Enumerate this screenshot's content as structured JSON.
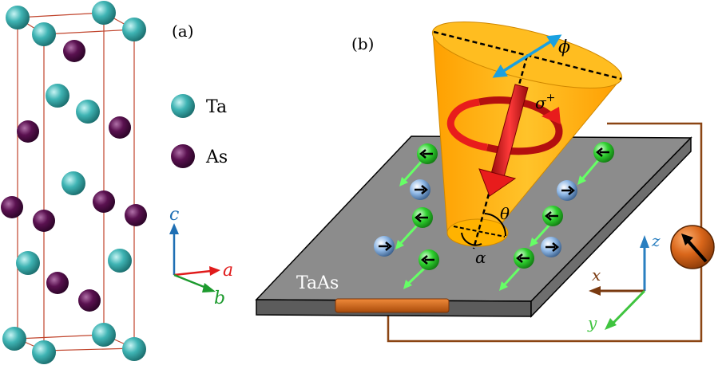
{
  "panel_a": {
    "label": "(a)",
    "legend": [
      {
        "symbol": "Ta",
        "color": "#3fb4b4"
      },
      {
        "symbol": "As",
        "color": "#5a1150"
      }
    ],
    "axes": {
      "c": "c",
      "a": "a",
      "b": "b"
    },
    "axis_colors": {
      "c": "#1f6fb4",
      "a": "#e01b1b",
      "b": "#1d9a2e"
    },
    "cell_line_color": "#c0442c"
  },
  "panel_b": {
    "label": "(b)",
    "material": "TaAs",
    "light": {
      "polarization": "σ",
      "polarization_sup": "+"
    },
    "angles": {
      "phi": "ϕ",
      "theta": "θ",
      "alpha": "α"
    },
    "axes": {
      "x": "x",
      "y": "y",
      "z": "z"
    },
    "axis_colors": {
      "x": "#7a3a10",
      "y": "#3fc43f",
      "z": "#2a7fc0"
    },
    "colors": {
      "cone": "#ffb300",
      "slab_top": "#8c8c8c",
      "slab_front": "#5a5a5a",
      "electrode": "#c85a10",
      "wire": "#8b4513",
      "beam": "#e81c1c",
      "spin_green": "#2fd12f",
      "spin_blue": "#8fb8e6",
      "meter": "#d9661a"
    }
  }
}
